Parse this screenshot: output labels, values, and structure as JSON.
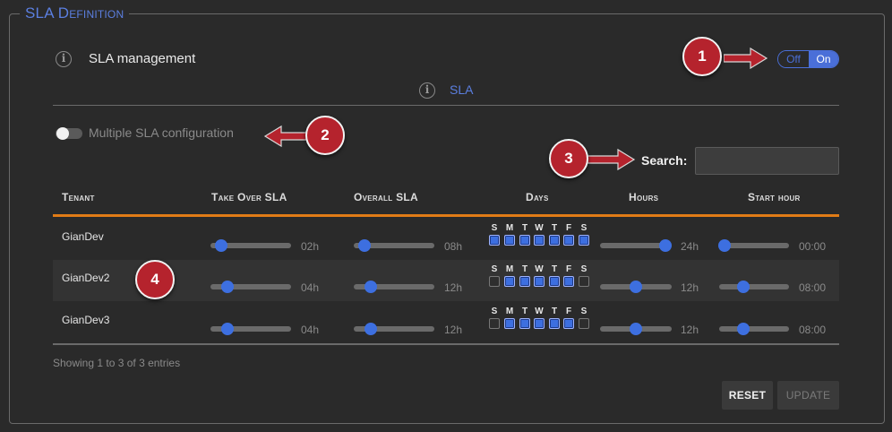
{
  "section_title": "SLA Definition",
  "sla_management": {
    "label": "SLA management",
    "toggle_off": "Off",
    "toggle_on": "On",
    "state": "On"
  },
  "sla_tab_label": "SLA",
  "multiple_sla": {
    "label": "Multiple SLA configuration",
    "enabled": false
  },
  "search": {
    "label": "Search:",
    "value": ""
  },
  "table": {
    "headers": [
      "Tenant",
      "Take Over SLA",
      "Overall SLA",
      "Days",
      "Hours",
      "Start hour"
    ],
    "day_letters": [
      "S",
      "M",
      "T",
      "W",
      "T",
      "F",
      "S"
    ],
    "rows": [
      {
        "tenant": "GianDev",
        "take_over": "02h",
        "take_over_level": 0.08,
        "overall": "08h",
        "overall_level": 0.08,
        "days": [
          true,
          true,
          true,
          true,
          true,
          true,
          true
        ],
        "hours": "24h",
        "hours_level": 1.0,
        "start_hour": "00:00",
        "start_level": 0.0
      },
      {
        "tenant": "GianDev2",
        "take_over": "04h",
        "take_over_level": 0.17,
        "overall": "12h",
        "overall_level": 0.17,
        "days": [
          false,
          true,
          true,
          true,
          true,
          true,
          false
        ],
        "hours": "12h",
        "hours_level": 0.5,
        "start_hour": "08:00",
        "start_level": 0.33
      },
      {
        "tenant": "GianDev3",
        "take_over": "04h",
        "take_over_level": 0.17,
        "overall": "12h",
        "overall_level": 0.17,
        "days": [
          false,
          true,
          true,
          true,
          true,
          true,
          false
        ],
        "hours": "12h",
        "hours_level": 0.5,
        "start_hour": "08:00",
        "start_level": 0.33
      }
    ]
  },
  "footer_info": "Showing 1 to 3 of 3 entries",
  "buttons": {
    "reset": "RESET",
    "update": "UPDATE"
  },
  "callouts": [
    "1",
    "2",
    "3",
    "4"
  ],
  "colors": {
    "accent": "#4a6fd8",
    "header_bar": "#e07b16",
    "callout": "#b5232d"
  }
}
